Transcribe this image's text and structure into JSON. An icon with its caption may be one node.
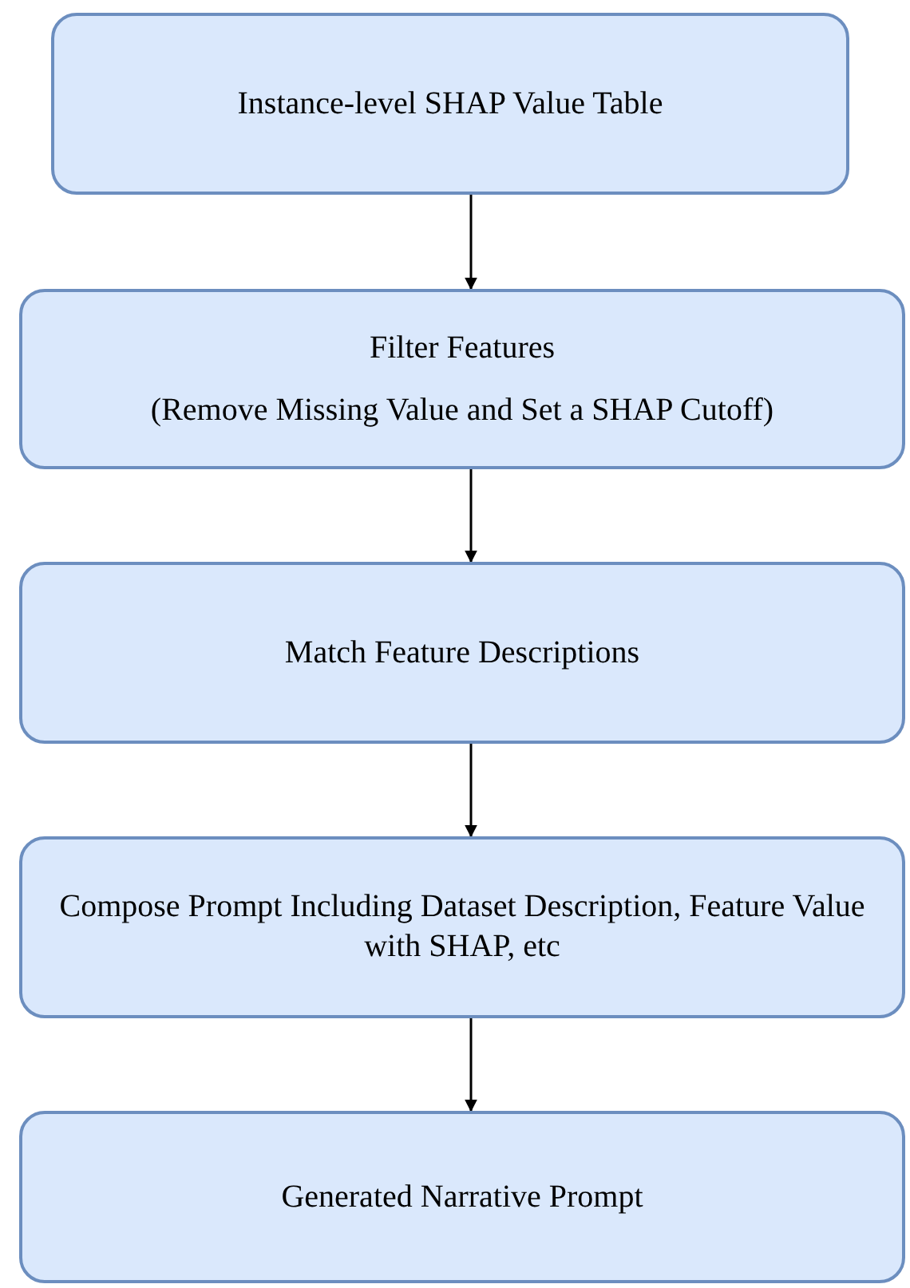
{
  "diagram": {
    "nodes": [
      {
        "text": [
          "Instance-level SHAP Value Table"
        ]
      },
      {
        "text": [
          "Filter Features",
          "(Remove Missing Value and Set a SHAP Cutoff)"
        ]
      },
      {
        "text": [
          "Match Feature Descriptions"
        ]
      },
      {
        "text": [
          "Compose Prompt Including Dataset Description, Feature Value with SHAP, etc"
        ]
      },
      {
        "text": [
          "Generated Narrative Prompt"
        ]
      }
    ],
    "edges": [
      {
        "from": 0,
        "to": 1,
        "arrow": "to"
      },
      {
        "from": 1,
        "to": 2,
        "arrow": "to"
      },
      {
        "from": 2,
        "to": 3,
        "arrow": "to"
      },
      {
        "from": 3,
        "to": 4,
        "arrow": "to"
      }
    ]
  }
}
